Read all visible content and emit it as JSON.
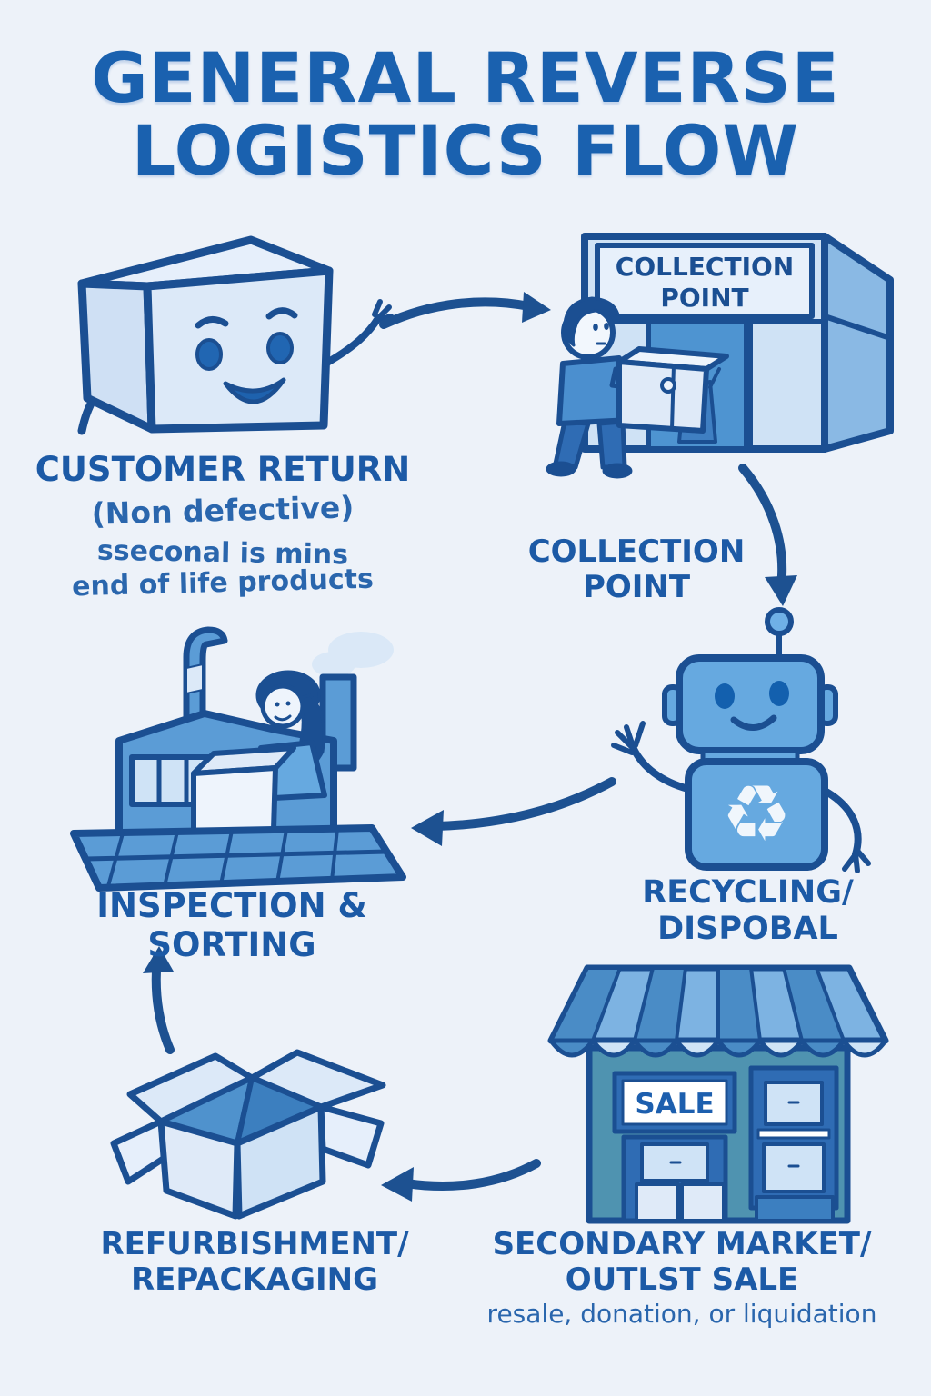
{
  "title": {
    "line1": "GENERAL REVERSE",
    "line2": "LOGISTICS FLOW"
  },
  "stages": {
    "customer_return": {
      "label": "CUSTOMER RETURN",
      "sublabel": "(Non defective)",
      "note_line1": "sseconal is mins",
      "note_line2": "end of life products"
    },
    "collection_point": {
      "sign_line1": "COLLECTION",
      "sign_line2": "POINT",
      "label_line1": "COLLECTION",
      "label_line2": "POINT"
    },
    "recycling_disposal": {
      "label_line1": "RECYCLING/",
      "label_line2": "DISPOBAL"
    },
    "inspection_sorting": {
      "label": "INSPECTION & SORTING"
    },
    "refurbishment": {
      "label_line1": "REFURBISHMENT/",
      "label_line2": "REPACKAGING"
    },
    "secondary_market": {
      "sign": "SALE",
      "label_line1": "SECONDARY MARKET/",
      "label_line2": "OUTLST SALE",
      "sublabel": "resale, donation, or liquidation"
    }
  },
  "icons": {
    "recycle_symbol": "♻"
  },
  "flow_edges": [
    {
      "from": "customer-return",
      "to": "collection-point"
    },
    {
      "from": "collection-point",
      "to": "recycling-disposal"
    },
    {
      "from": "recycling-disposal",
      "to": "inspection-sorting"
    },
    {
      "from": "refurbishment",
      "to": "inspection-sorting"
    },
    {
      "from": "secondary-market",
      "to": "refurbishment"
    }
  ],
  "palette": {
    "background": "#edf2f9",
    "title_blue": "#1a61af",
    "label_blue": "#1c5aa6",
    "outline_navy": "#1b4f92",
    "arrow_navy": "#1d5191",
    "light_fill": "#dce9f8",
    "mid_blue": "#5b9cd6",
    "robot_blue": "#66a9e0",
    "storefront_teal": "#4f93b0",
    "white": "#ffffff"
  }
}
